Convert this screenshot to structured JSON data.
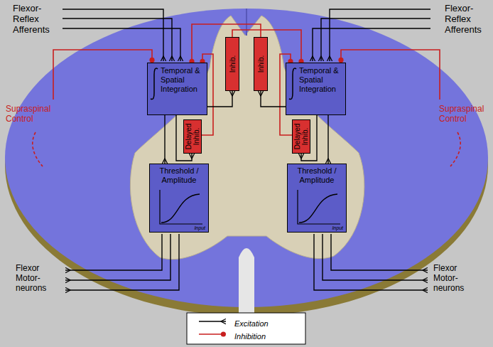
{
  "diagram": {
    "nodes": [
      {
        "text": [
          "Temporal & Spatial Integration"
        ]
      },
      {
        "text": [
          "Inhib."
        ]
      },
      {
        "text": [
          "Inhib."
        ]
      },
      {
        "text": [
          "Temporal & Spatial Integration"
        ]
      },
      {
        "text": [
          "Delayed Inhib."
        ]
      },
      {
        "text": [
          "Delayed Inhib."
        ]
      },
      {
        "text": [
          "Threshold / Amplitude",
          "Input"
        ]
      },
      {
        "text": [
          "Threshold / Amplitude",
          "Input"
        ]
      }
    ],
    "edges": [
      {
        "from": 0,
        "to": 6,
        "arrow": "to"
      },
      {
        "from": 0,
        "to": 4,
        "arrow": "to"
      },
      {
        "from": 4,
        "to": 0,
        "arrow": "to"
      },
      {
        "from": 0,
        "to": 1,
        "arrow": "to"
      },
      {
        "from": 1,
        "to": 3,
        "arrow": "to"
      },
      {
        "from": 2,
        "to": 0,
        "arrow": "to"
      },
      {
        "from": 3,
        "to": 7,
        "arrow": "to"
      },
      {
        "from": 3,
        "to": 5,
        "arrow": "to"
      },
      {
        "from": 5,
        "to": 3,
        "arrow": "to"
      },
      {
        "from": 3,
        "to": 2,
        "arrow": "to"
      }
    ],
    "labels": [
      "Flexor- Reflex Afferents",
      "Flexor- Reflex Afferents",
      "Supraspinal Control",
      "Supraspinal Control",
      "Flexor Motor- neurons",
      "Flexor Motor- neurons"
    ],
    "legend": [
      {
        "text": "Excitation"
      },
      {
        "text": "Inhibition"
      }
    ]
  }
}
